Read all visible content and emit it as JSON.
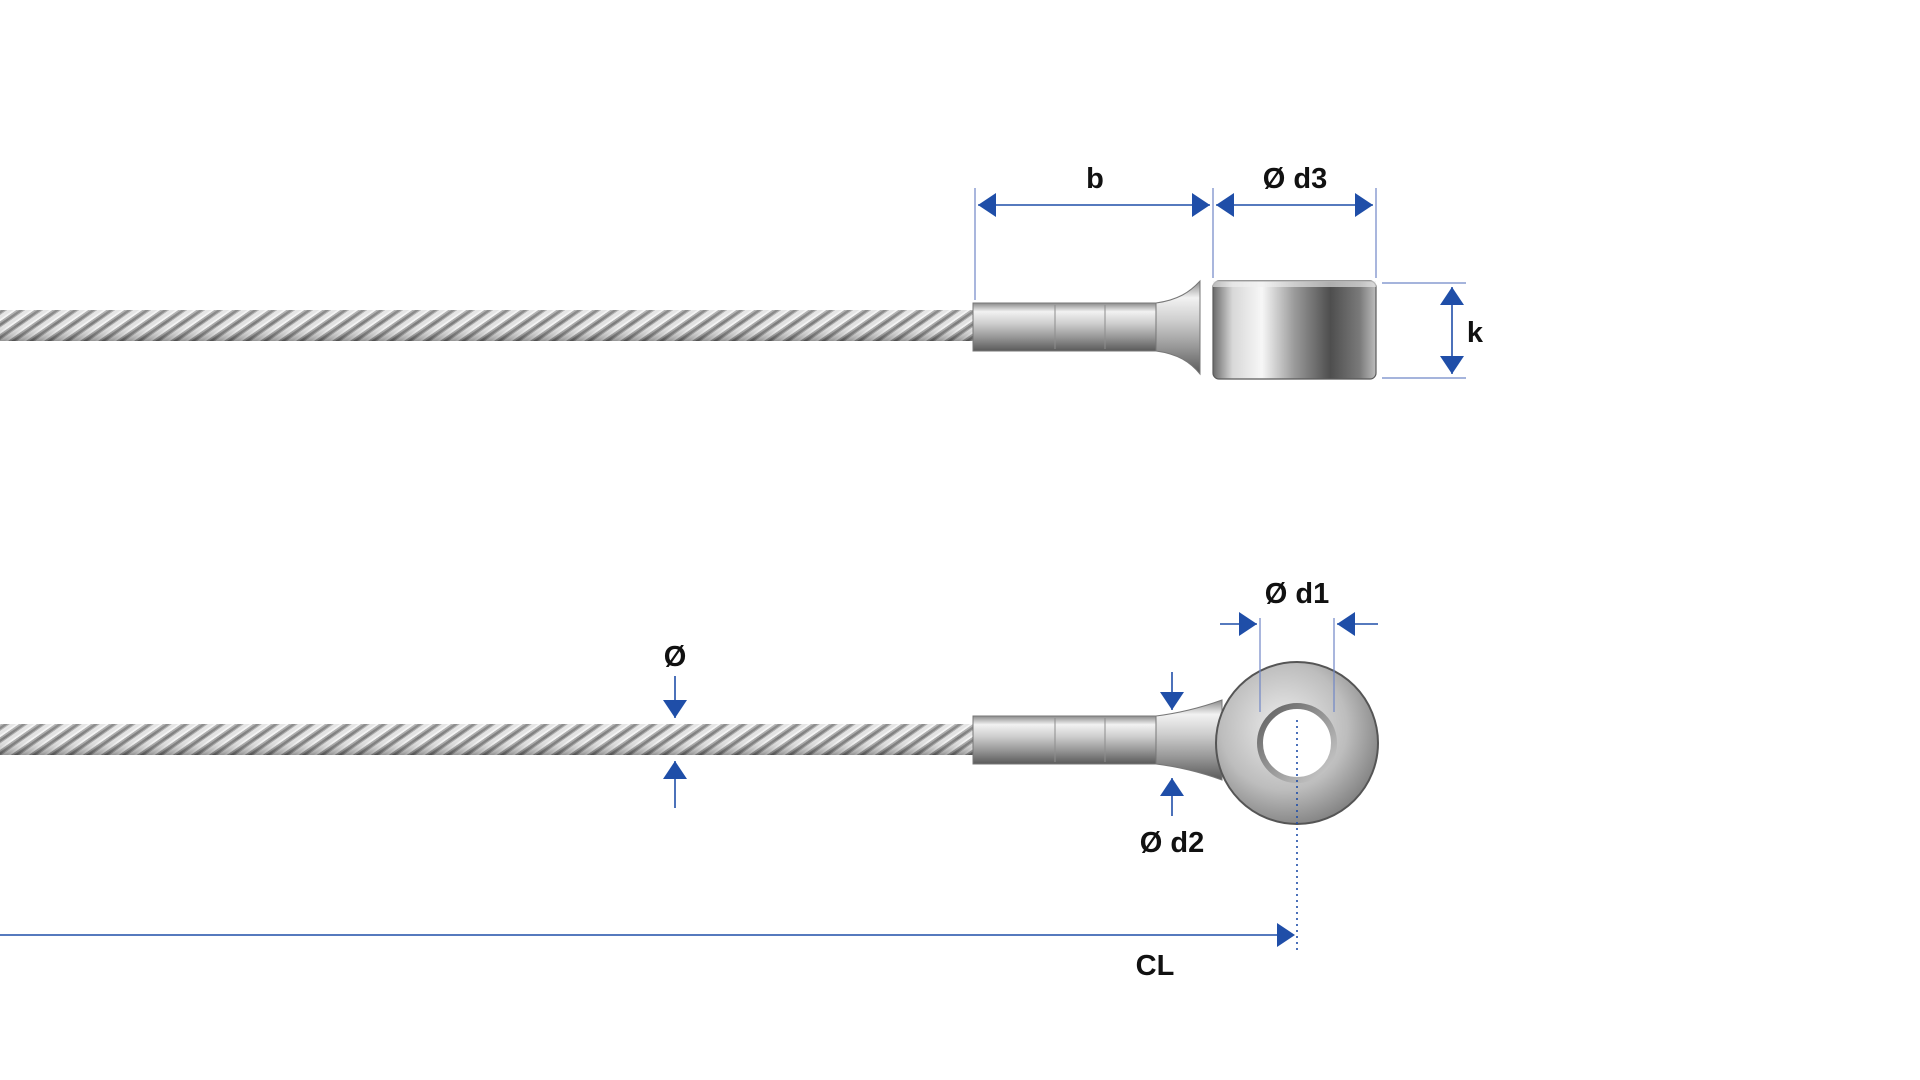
{
  "labels": {
    "b": "b",
    "d3": "Ø d3",
    "k": "k",
    "d1": "Ø d1",
    "dia": "Ø",
    "d2": "Ø d2",
    "cl": "CL"
  },
  "colors": {
    "dimension": "#1f4ea8",
    "extension": "#6f86c6",
    "text": "#111111",
    "steel_light": "#e9e9e9",
    "steel_mid": "#b9b9b9",
    "steel_dark": "#6d6d6d"
  }
}
